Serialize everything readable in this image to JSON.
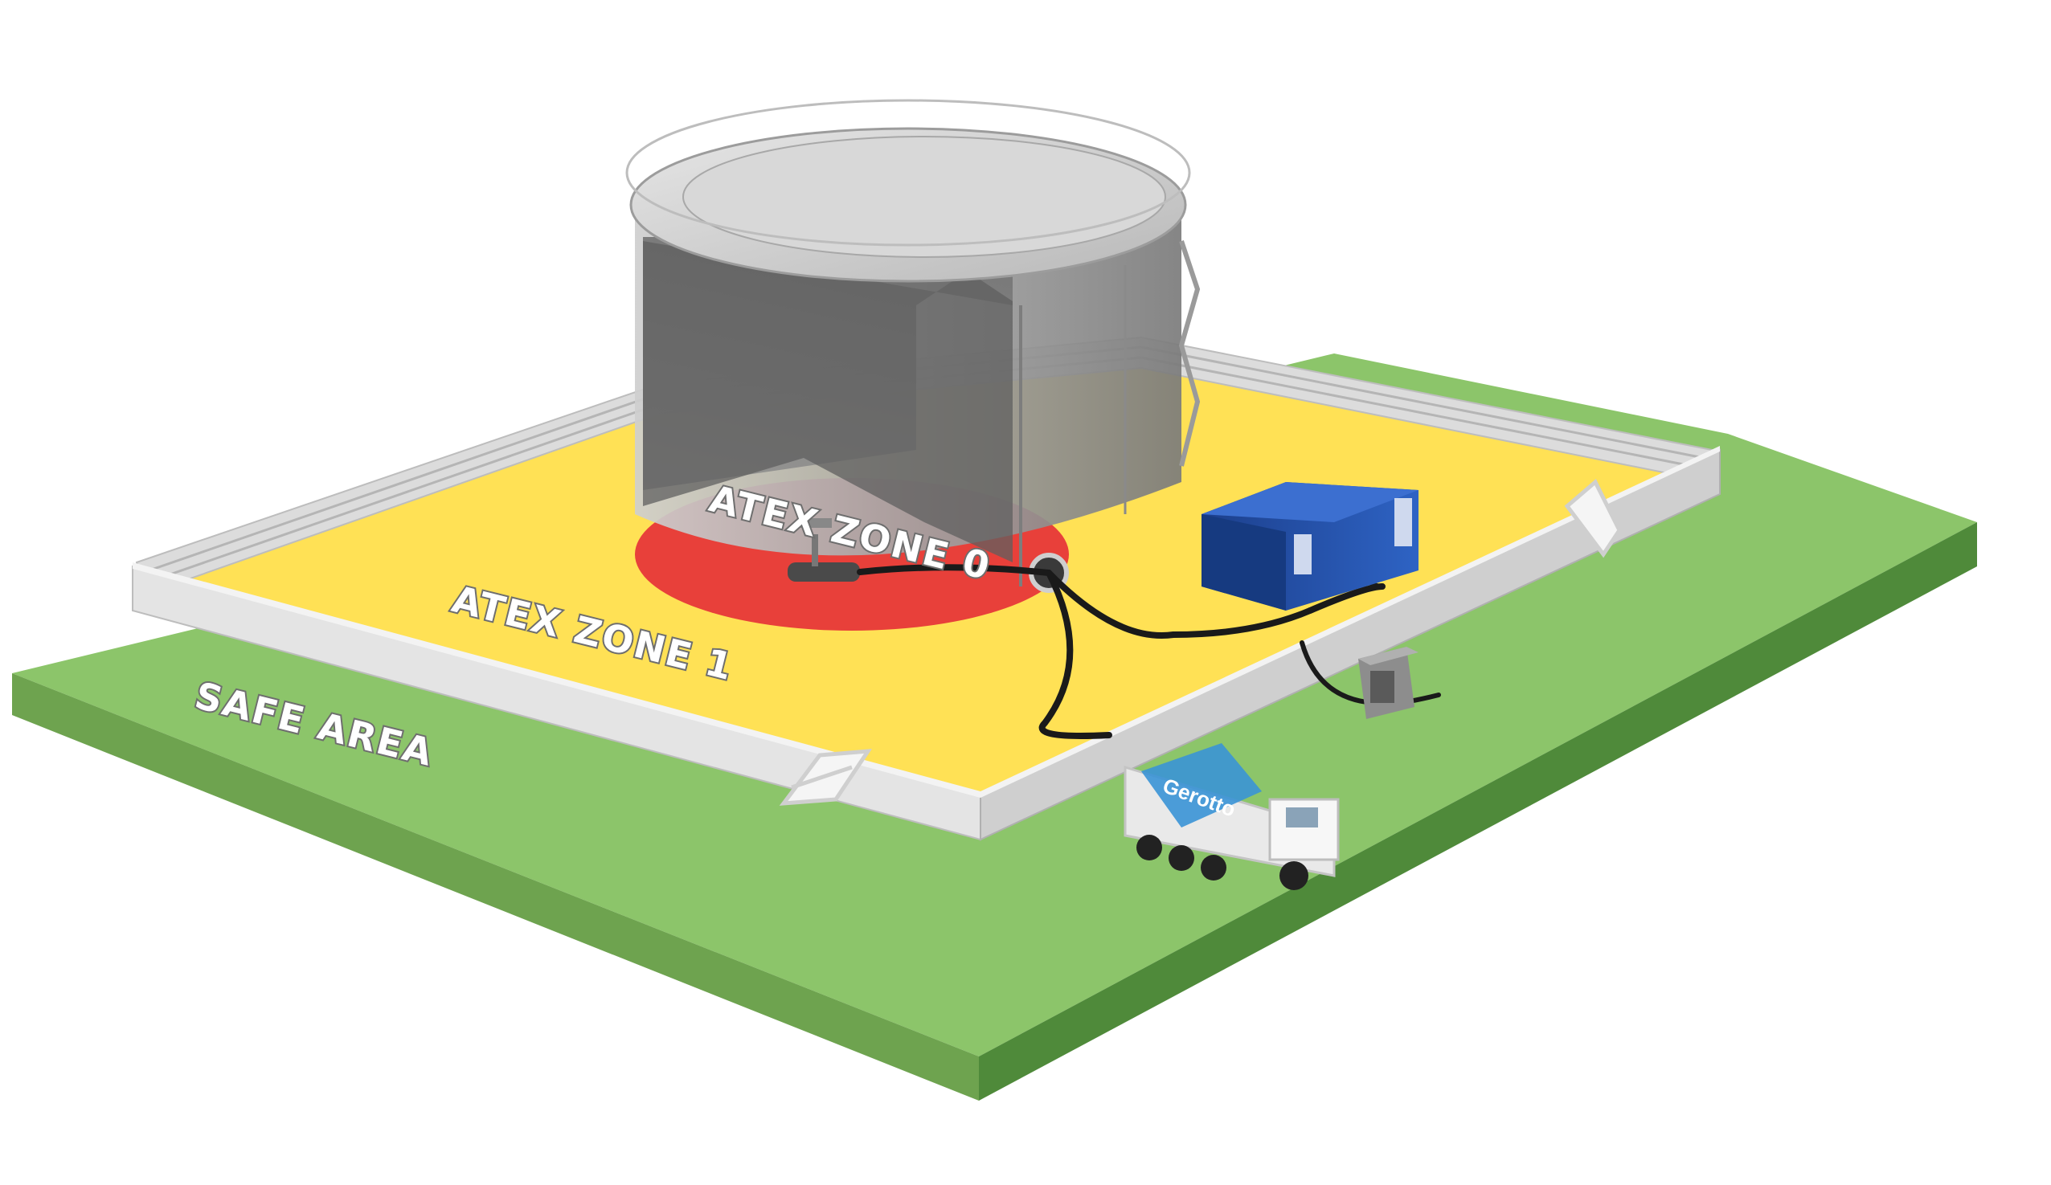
{
  "labels": {
    "zone0": "ATEX ZONE 0",
    "zone1": "ATEX ZONE 1",
    "safe": "SAFE AREA"
  },
  "truck": {
    "brand": "Gerotto"
  },
  "colors": {
    "safe_area": "#8cc56a",
    "zone1": "#ffe155",
    "zone0": "#e8403a",
    "container": "#1f4fa8",
    "wall": "#d7d7d7",
    "tank": "#9a9a9a"
  }
}
